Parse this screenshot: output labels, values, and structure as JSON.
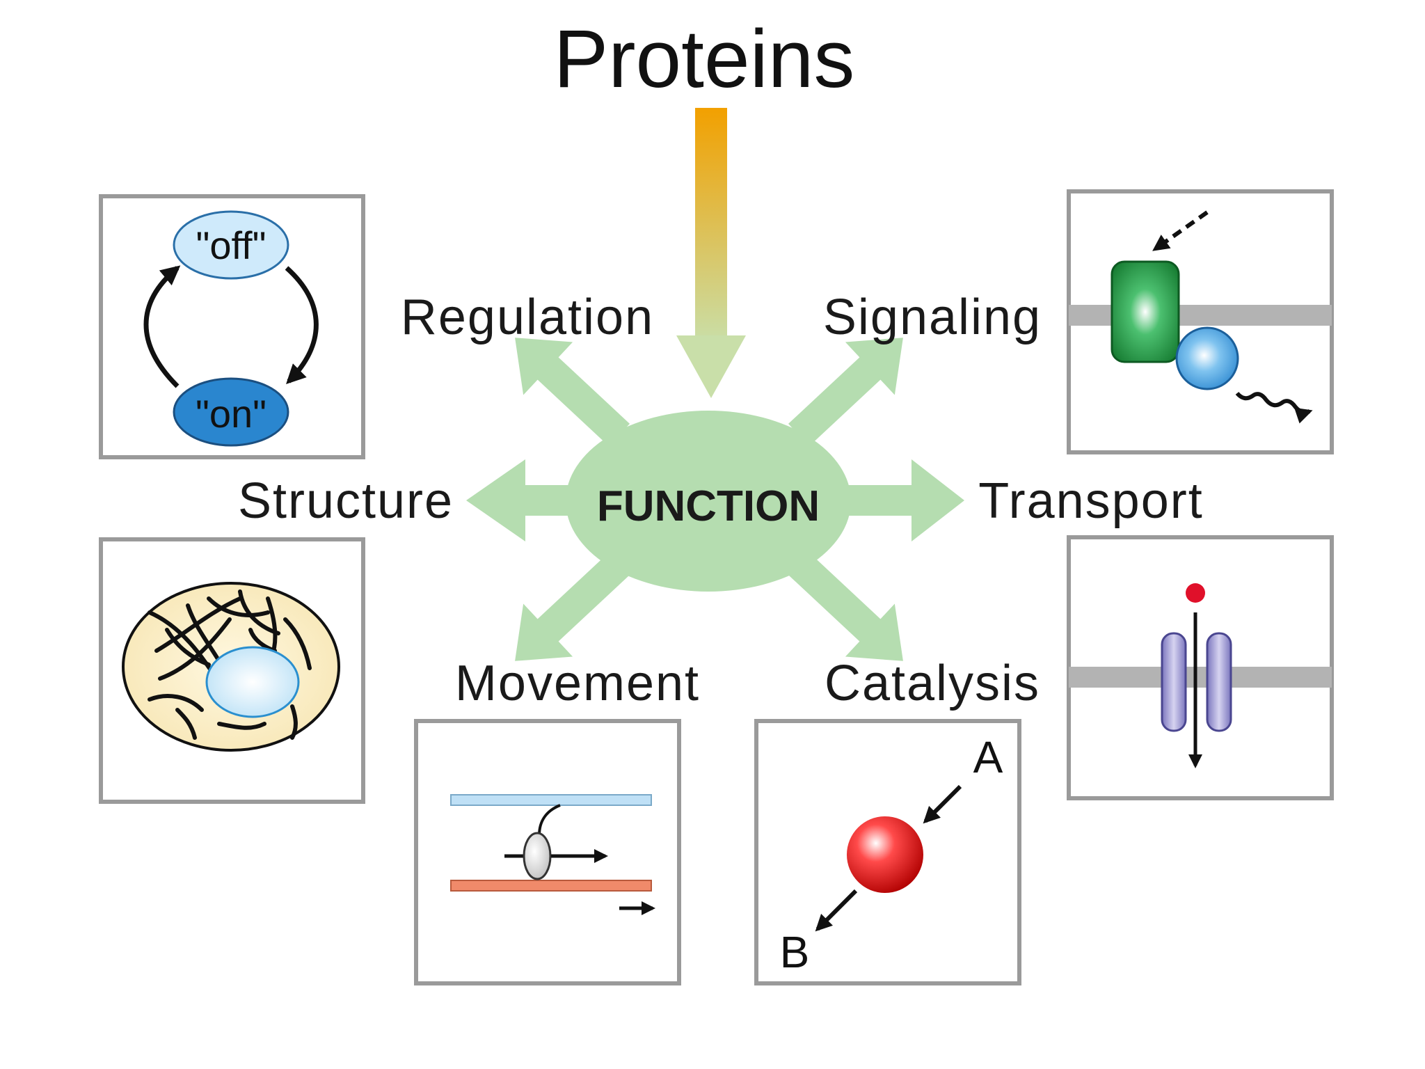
{
  "title": "Proteins",
  "center": "FUNCTION",
  "functions": {
    "regulation": "Regulation",
    "signaling": "Signaling",
    "structure": "Structure",
    "transport": "Transport",
    "movement": "Movement",
    "catalysis": "Catalysis"
  },
  "regulation_panel": {
    "off": "\"off\"",
    "on": "\"on\""
  },
  "catalysis_panel": {
    "substrate": "A",
    "product": "B"
  },
  "colors": {
    "arrow_top": "#f0a000",
    "arrow_bottom": "#c8dfa8",
    "center": "#b5ddb0",
    "green_arrows": "#b5ddb0",
    "panel_border": "#9a9a9a",
    "membrane": "#b3b3b3",
    "enzyme": "#e02020",
    "receptor": "#1f8a3a",
    "light_blue": "#bfe3f7",
    "dark_blue": "#2a86cf",
    "channel": "#8a85c8"
  }
}
